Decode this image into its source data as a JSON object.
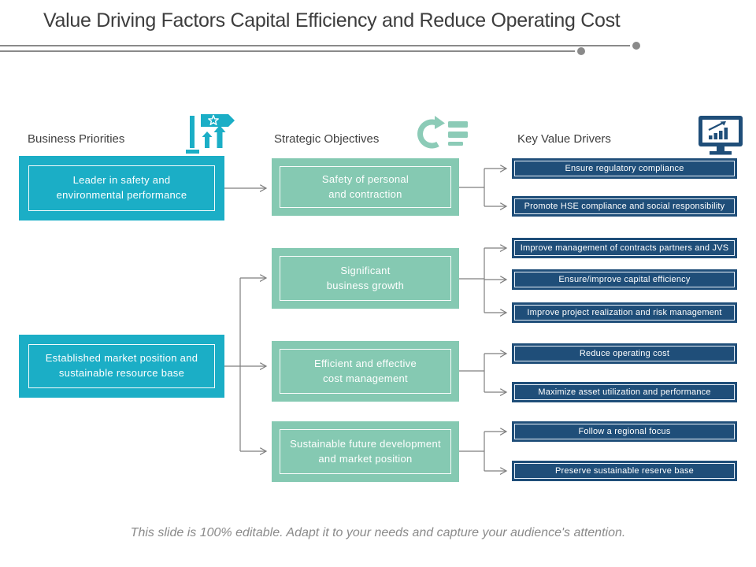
{
  "title": "Value Driving Factors Capital Efficiency and Reduce Operating Cost",
  "footer": "This slide is 100% editable. Adapt it to your needs and capture your audience's attention.",
  "colors": {
    "priority_teal": "#1baec6",
    "objective_green": "#85c9b2",
    "objective_icon_green": "#8ccbb7",
    "driver_dark_blue": "#1f4e79",
    "connector_gray": "#7f7f7f",
    "divider_gray": "#8a8a8a"
  },
  "columns": {
    "priorities": {
      "header": "Business Priorities",
      "icon": "flag-star-up-arrows-icon",
      "items": [
        {
          "label": [
            "Leader in safety and",
            "environmental performance"
          ]
        },
        {
          "label": [
            "Established market position and",
            "sustainable resource base"
          ]
        }
      ]
    },
    "objectives": {
      "header": "Strategic Objectives",
      "icon": "circular-arrow-list-icon",
      "items": [
        {
          "label": [
            "Safety of personal",
            "and contraction"
          ]
        },
        {
          "label": [
            "Significant",
            "business growth"
          ]
        },
        {
          "label": [
            "Efficient and effective",
            "cost management"
          ]
        },
        {
          "label": [
            "Sustainable future development",
            "and market position"
          ]
        }
      ]
    },
    "drivers": {
      "header": "Key Value Drivers",
      "icon": "monitor-bar-chart-icon",
      "items": [
        {
          "label": "Ensure regulatory compliance"
        },
        {
          "label": "Promote HSE compliance and social responsibility"
        },
        {
          "label": "Improve management of contracts partners and JVS"
        },
        {
          "label": "Ensure/improve capital efficiency"
        },
        {
          "label": "Improve project realization and risk management"
        },
        {
          "label": "Reduce operating cost"
        },
        {
          "label": "Maximize asset utilization and performance"
        },
        {
          "label": "Follow a regional focus"
        },
        {
          "label": "Preserve sustainable reserve base"
        }
      ]
    }
  },
  "connections": [
    {
      "from": "Leader in safety and environmental performance",
      "to": [
        "Safety of personal and contraction"
      ]
    },
    {
      "from": "Established market position and sustainable resource base",
      "to": [
        "Significant business growth",
        "Efficient and effective cost management",
        "Sustainable future development and market position"
      ]
    },
    {
      "from": "Safety of personal and contraction",
      "to": [
        "Ensure regulatory compliance",
        "Promote HSE compliance and social responsibility"
      ]
    },
    {
      "from": "Significant business growth",
      "to": [
        "Improve management of contracts partners and JVS",
        "Ensure/improve capital efficiency",
        "Improve project realization and risk management"
      ]
    },
    {
      "from": "Efficient and effective cost management",
      "to": [
        "Reduce operating cost",
        "Maximize asset utilization and performance"
      ]
    },
    {
      "from": "Sustainable future development and market position",
      "to": [
        "Follow a regional focus",
        "Preserve sustainable reserve base"
      ]
    }
  ]
}
